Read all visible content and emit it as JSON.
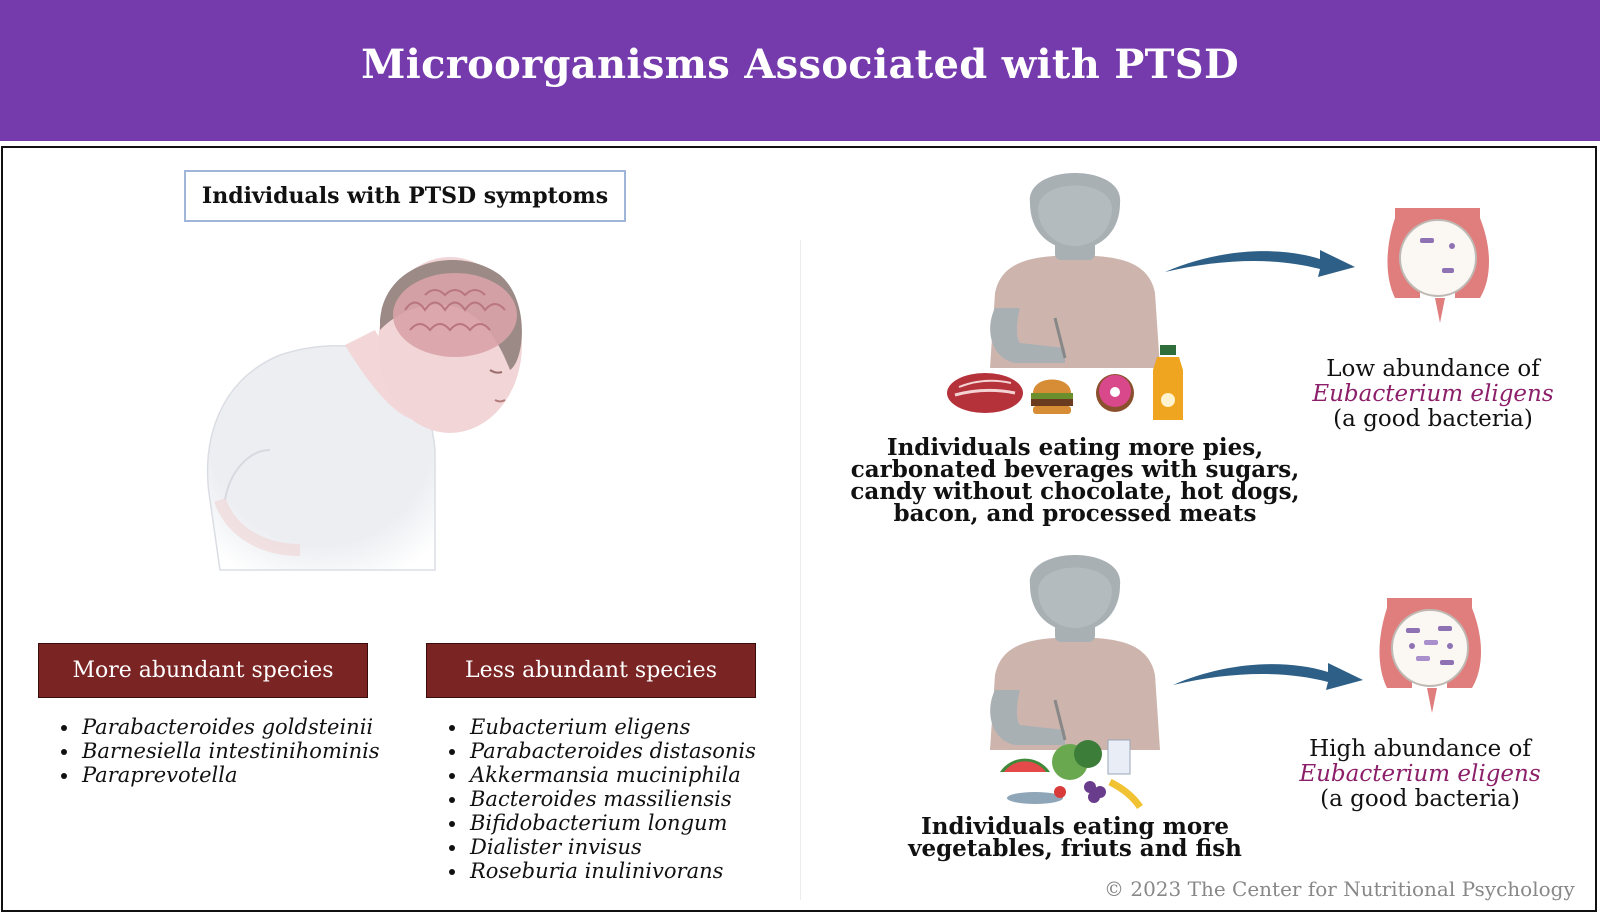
{
  "header": {
    "title": "Microorganisms Associated with PTSD"
  },
  "left_panel": {
    "label": "Individuals with PTSD symptoms",
    "more_abundant": {
      "heading": "More abundant species",
      "items": [
        "Parabacteroides goldsteinii",
        "Barnesiella intestinihominis",
        "Paraprevotella"
      ]
    },
    "less_abundant": {
      "heading": "Less abundant species",
      "items": [
        "Eubacterium eligens",
        "Parabacteroides distasonis",
        "Akkermansia muciniphila",
        "Bacteroides massiliensis",
        "Bifidobacterium longum",
        "Dialister invisus",
        "Roseburia inulinivorans"
      ]
    }
  },
  "right_panel": {
    "diet_processed": {
      "caption": "Individuals eating more pies, carbonated beverages with sugars, candy without chocolate, hot dogs, bacon, and processed meats",
      "result_prefix": "Low abundance of",
      "result_species": "Eubacterium eligens",
      "result_suffix": " (a good bacteria)"
    },
    "diet_healthy": {
      "caption": "Individuals eating more vegetables, friuts and fish",
      "result_prefix": "High abundance of",
      "result_species": "Eubacterium eligens",
      "result_suffix": " (a good bacteria)"
    }
  },
  "footer": {
    "copyright": "© 2023 The Center for Nutritional Psychology"
  },
  "colors": {
    "header_bg": "#753aac",
    "species_heading_bg": "#7a2424",
    "species_highlight": "#8c1f6a",
    "arrow": "#2e5f86",
    "label_border": "#9fb6d9"
  },
  "icons": [
    "ptsd-person-illustration",
    "eating-person-icon",
    "meat-icon",
    "burger-icon",
    "donut-icon",
    "juice-bottle-icon",
    "vegetables-fruit-fish-icon",
    "curved-arrow-icon",
    "gut-microbiome-icon"
  ]
}
